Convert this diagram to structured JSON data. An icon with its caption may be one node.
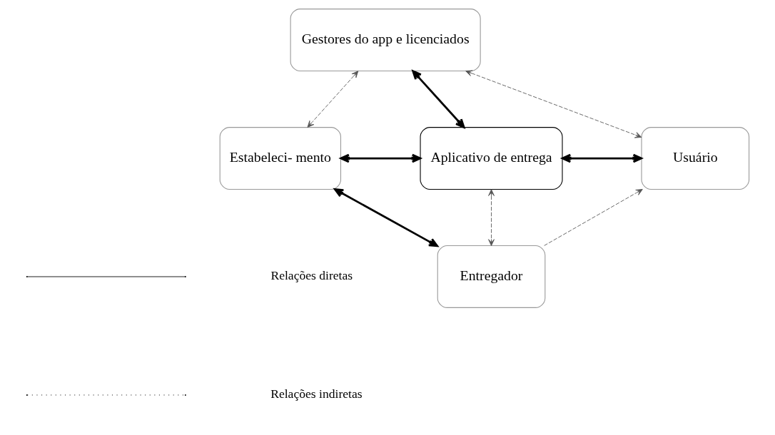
{
  "diagram": {
    "nodes": [
      {
        "text": [
          "Gestores do app e licenciados"
        ]
      },
      {
        "text": [
          "Estabeleci- mento"
        ]
      },
      {
        "text": [
          "Aplicativo de entrega"
        ]
      },
      {
        "text": [
          "Usuário"
        ]
      },
      {
        "text": [
          "Entregador"
        ]
      }
    ],
    "edges": [
      {
        "from": 0,
        "to": 1,
        "arrow": "both",
        "style": "dashed"
      },
      {
        "from": 0,
        "to": 3,
        "arrow": "both",
        "style": "dashed"
      },
      {
        "from": 0,
        "to": 2,
        "arrow": "both",
        "style": "thick"
      },
      {
        "from": 1,
        "to": 2,
        "arrow": "both",
        "style": "thick"
      },
      {
        "from": 2,
        "to": 3,
        "arrow": "both",
        "style": "thick"
      },
      {
        "from": 1,
        "to": 4,
        "arrow": "both",
        "style": "thick"
      },
      {
        "from": 2,
        "to": 4,
        "arrow": "both",
        "style": "dashed"
      },
      {
        "from": 4,
        "to": 3,
        "arrow": "to",
        "style": "dashed"
      }
    ],
    "legend": [
      {
        "text": "Relações diretas"
      },
      {
        "text": "Relações indiretas"
      }
    ]
  }
}
